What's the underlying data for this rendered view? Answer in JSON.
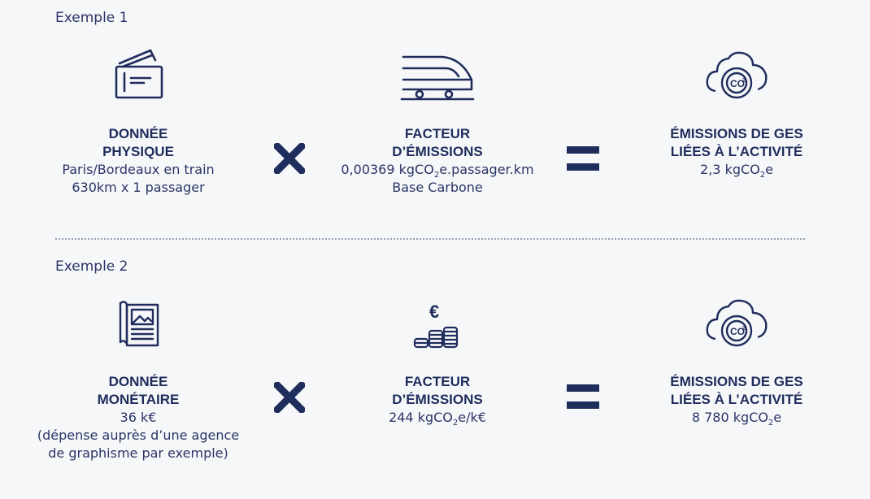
{
  "colors": {
    "navy": "#1f2d5c",
    "background": "#f6f7f9"
  },
  "examples": [
    {
      "label": "Exemple 1",
      "operator_multiply": "multiply-icon",
      "operator_equals": "equals-icon",
      "physical": {
        "icon": "train-ticket-icon",
        "heading": [
          "DONNÉE",
          "PHYSIQUE"
        ],
        "lines": [
          "Paris/Bordeaux en train",
          "630km x 1 passager"
        ]
      },
      "factor": {
        "icon": "train-icon",
        "heading": [
          "FACTEUR",
          "D’ÉMISSIONS"
        ],
        "line1_pre": "0,00369 kgCO",
        "line1_sub": "2",
        "line1_post": "e.passager.km",
        "line2": "Base Carbone"
      },
      "result": {
        "icon": "co2-cloud-icon",
        "heading": [
          "ÉMISSIONS DE GES",
          "LIÉES À L’ACTIVITÉ"
        ],
        "value_pre": "2,3 kgCO",
        "value_sub": "2",
        "value_post": "e"
      }
    },
    {
      "label": "Exemple 2",
      "operator_multiply": "multiply-icon",
      "operator_equals": "equals-icon",
      "physical": {
        "icon": "brochure-icon",
        "heading": [
          "DONNÉE",
          "MONÉTAIRE"
        ],
        "lines": [
          "36 k€",
          "(dépense auprès d’une agence",
          "de graphisme par exemple)"
        ]
      },
      "factor": {
        "icon": "euro-coins-icon",
        "heading": [
          "FACTEUR",
          "D’ÉMISSIONS"
        ],
        "line1_pre": "244 kgCO",
        "line1_sub": "2",
        "line1_post": "e/k€",
        "line2": ""
      },
      "result": {
        "icon": "co2-cloud-icon",
        "heading": [
          "ÉMISSIONS DE GES",
          "LIÉES À L’ACTIVITÉ"
        ],
        "value_pre": "8 780 kgCO",
        "value_sub": "2",
        "value_post": "e"
      }
    }
  ]
}
